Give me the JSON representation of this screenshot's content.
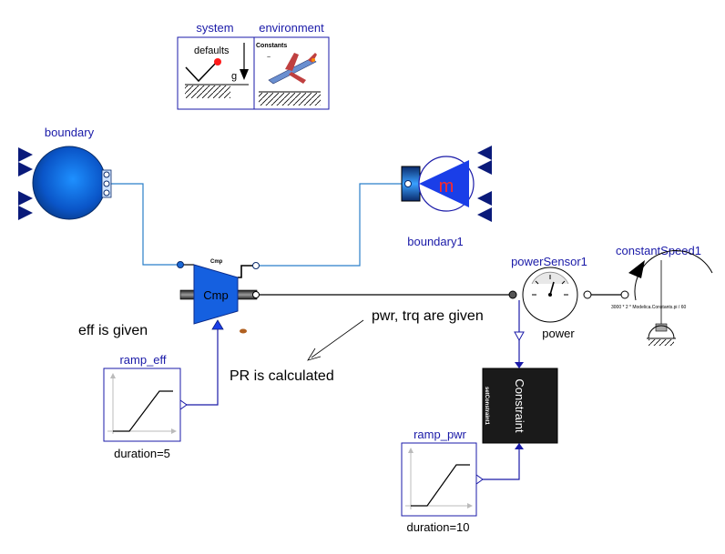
{
  "components": {
    "system": {
      "name": "system",
      "inner_text": "defaults",
      "g_label": "g"
    },
    "environment": {
      "name": "environment",
      "inner_text": "Constants"
    },
    "boundary": {
      "name": "boundary"
    },
    "boundary1": {
      "name": "boundary1",
      "symbol": "m"
    },
    "compressor": {
      "label": "Cmp",
      "small_label": "Cmp"
    },
    "powerSensor1": {
      "name": "powerSensor1",
      "sublabel": "power"
    },
    "constantSpeed1": {
      "name": "constantSpeed1",
      "expression": "3000 * 2 * Modelica.Constants.pi / 60"
    },
    "constraint": {
      "title": "Constraint",
      "instance": "setConstraint1"
    },
    "ramp_eff": {
      "name": "ramp_eff",
      "param": "duration=5"
    },
    "ramp_pwr": {
      "name": "ramp_pwr",
      "param": "duration=10"
    }
  },
  "annotations": {
    "eff_given": "eff is given",
    "pwr_trq_given": "pwr, trq are given",
    "pr_calculated": "PR is calculated"
  },
  "colors": {
    "label_blue": "#1a1aa8",
    "fluid_blue": "#2a7fc9",
    "compressor_blue": "#1560e0",
    "constraint_black": "#1a1a1a"
  }
}
